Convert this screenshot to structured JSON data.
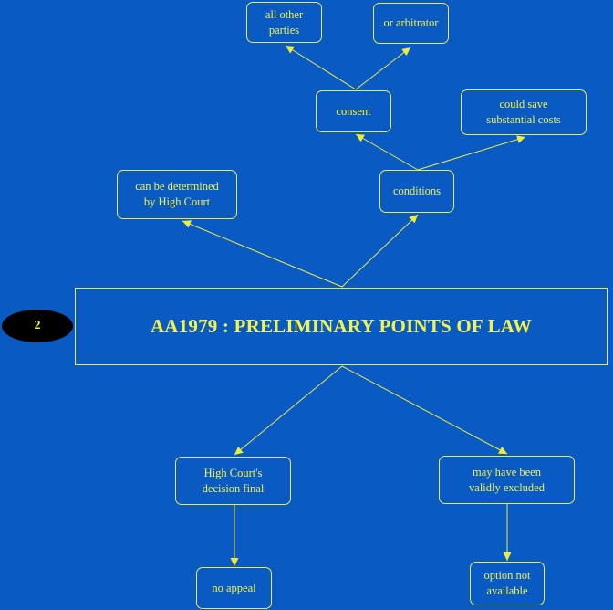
{
  "diagram": {
    "badge": "2",
    "title": "AA1979 : PRELIMINARY POINTS OF LAW",
    "nodes": {
      "all_other_parties": "all other\nparties",
      "or_arbitrator": "or arbitrator",
      "consent": "consent",
      "could_save_costs": "could save\nsubstantial costs",
      "conditions": "conditions",
      "determined_by_high_court": "can be determined\nby High Court",
      "decision_final": "High Court's\ndecision final",
      "validly_excluded": "may have been\nvalidly excluded",
      "no_appeal": "no appeal",
      "option_not_available": "option not\navailable"
    }
  },
  "colors": {
    "background": "#0a5ac4",
    "line": "#ecec3e",
    "text": "#f2f24a",
    "badge": "#000000"
  }
}
